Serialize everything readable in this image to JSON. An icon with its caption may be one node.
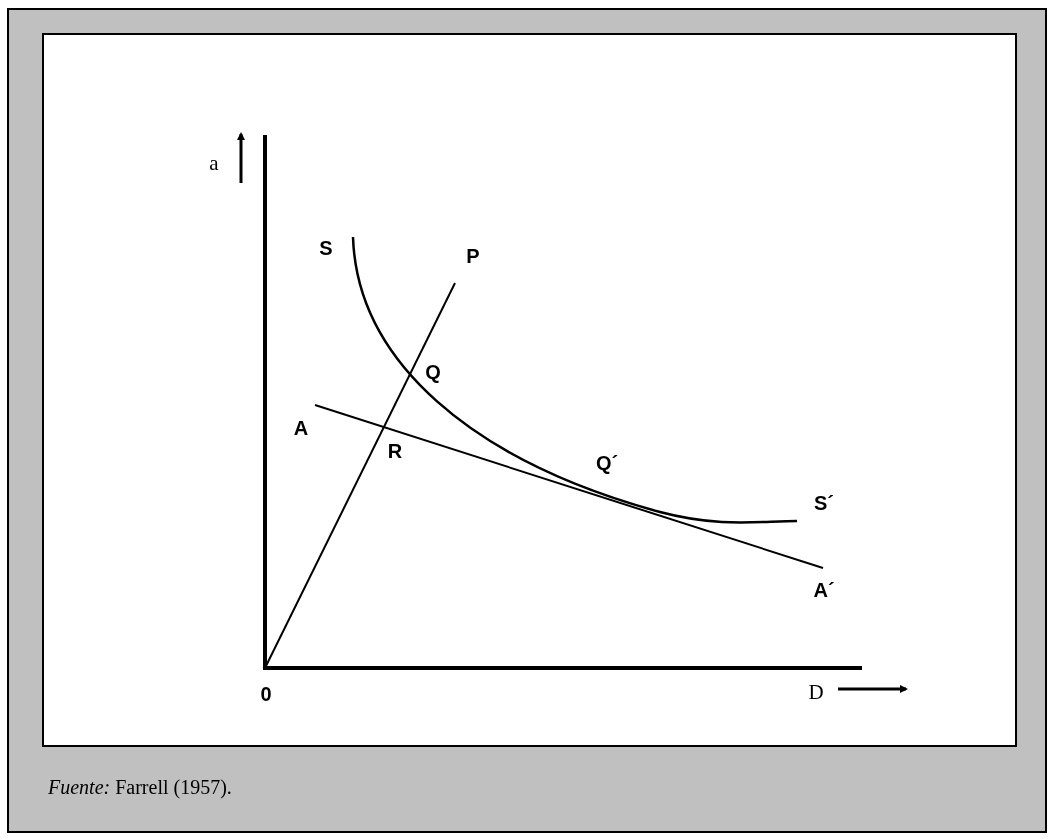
{
  "diagram": {
    "caption": "*Fuente:* Farrell (1957).",
    "labels": [
      "a",
      "S",
      "P",
      "Q",
      "A",
      "R",
      "Q´",
      "S´",
      "A´",
      "0",
      "D"
    ]
  }
}
